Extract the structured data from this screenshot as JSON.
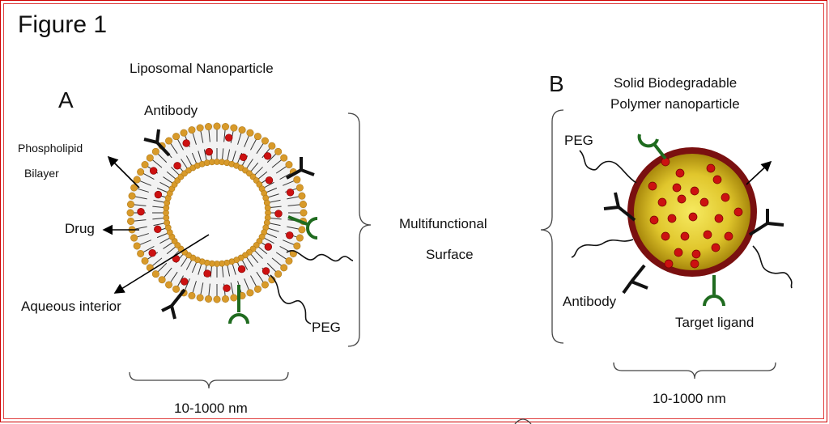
{
  "figure_title": "Figure 1",
  "panel_a": {
    "letter": "A",
    "title": "Liposomal Nanoparticle",
    "labels": {
      "antibody": "Antibody",
      "phospholipid": "Phospholipid",
      "bilayer": "Bilayer",
      "drug": "Drug",
      "aqueous_interior": "Aqueous interior",
      "peg": "PEG"
    },
    "size": "10-1000 nm"
  },
  "middle": {
    "line1": "Multifunctional",
    "line2": "Surface"
  },
  "panel_b": {
    "letter": "B",
    "title_line1": "Solid Biodegradable",
    "title_line2": "Polymer nanoparticle",
    "labels": {
      "peg": "PEG",
      "antibody": "Antibody",
      "target_ligand": "Target ligand"
    },
    "size": "10-1000 nm"
  },
  "colors": {
    "frame": "#d00000",
    "lipid_head": "#d89a2a",
    "drug": "#cc1111",
    "ligand": "#1f6b1f",
    "shell": "#7a1010",
    "core_center": "#f3e24a",
    "core_edge": "#b89a10"
  }
}
